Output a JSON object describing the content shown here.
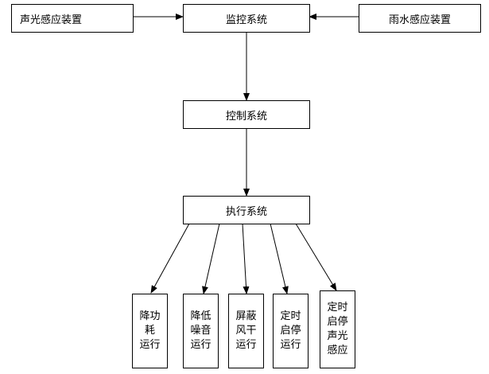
{
  "nodes": {
    "sound_light_sensor": "声光感应装置",
    "monitoring_system": "监控系统",
    "rain_sensor": "雨水感应装置",
    "control_system": "控制系统",
    "execution_system": "执行系统"
  },
  "modes": [
    {
      "line1": "降功",
      "line2": "耗",
      "line3": "运行"
    },
    {
      "line1": "降低",
      "line2": "噪音",
      "line3": "运行"
    },
    {
      "line1": "屏蔽",
      "line2": "风干",
      "line3": "运行"
    },
    {
      "line1": "定时",
      "line2": "启停",
      "line3": "运行"
    },
    {
      "line1": "定时",
      "line2": "启停",
      "line3": "声光",
      "line4": "感应"
    }
  ]
}
